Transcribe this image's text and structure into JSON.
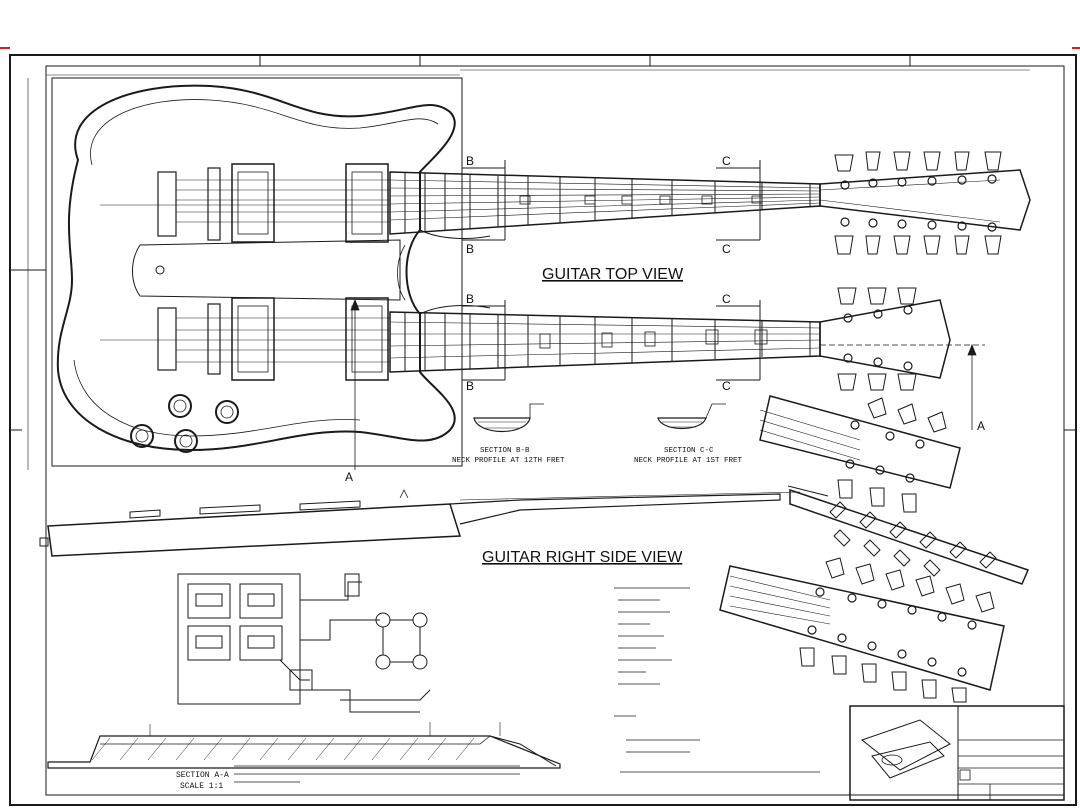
{
  "views": {
    "top_view_label": "GUITAR TOP VIEW",
    "side_view_label": "GUITAR RIGHT SIDE VIEW"
  },
  "section_markers": {
    "b": "B",
    "c": "C",
    "a": "A"
  },
  "neck_profiles": {
    "bb_title": "SECTION B-B",
    "bb_caption": "NECK PROFILE AT 12TH FRET",
    "cc_title": "SECTION C-C",
    "cc_caption": "NECK PROFILE AT 1ST FRET"
  },
  "section_aa": {
    "title": "SECTION A-A",
    "scale": "SCALE 1:1"
  },
  "colors": {
    "line": "#1a1a1a",
    "paper": "#ffffff",
    "corner_mark": "#cc2222"
  }
}
